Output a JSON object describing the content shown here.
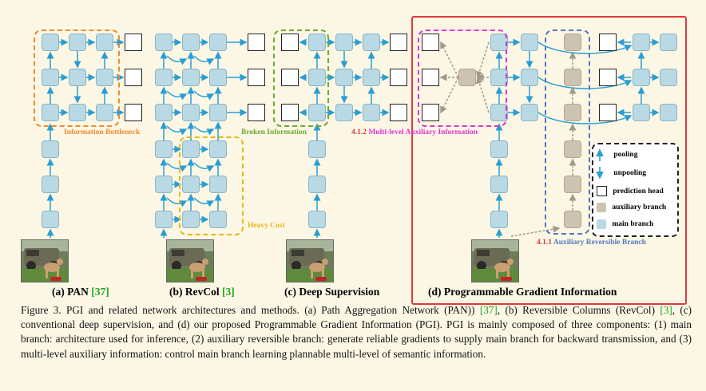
{
  "panels": [
    {
      "id": "a",
      "label": "(a) PAN",
      "ref": "[37]"
    },
    {
      "id": "b",
      "label": "(b) RevCol",
      "ref": "[3]"
    },
    {
      "id": "c",
      "label": "(c) Deep Supervision",
      "ref": ""
    },
    {
      "id": "d",
      "label": "(d) Programmable Gradient Information",
      "ref": ""
    }
  ],
  "annotations": {
    "info_bottleneck": "Information Bottleneck",
    "broken_info": "Broken Information",
    "heavy_cost": "Heavy Cost",
    "multi_level_num": "4.1.2",
    "multi_level_text": "Multi-level Auxiliary Information",
    "aux_rev_num": "4.1.1",
    "aux_rev_text": "Auxiliary Reversible Branch"
  },
  "legend": [
    {
      "text": "pooling",
      "icon": "arrow-up-icon"
    },
    {
      "text": "unpooling",
      "icon": "arrow-down-icon"
    },
    {
      "text": "prediction head",
      "icon": "head-box-icon"
    },
    {
      "text": "auxiliary branch",
      "icon": "aux-box-icon"
    },
    {
      "text": "main branch",
      "icon": "main-box-icon"
    }
  ],
  "caption": {
    "fig_label": "Figure 3.",
    "p1": "PGI and related network architectures and methods. (a) Path Aggregation Network (PAN))",
    "r1": "[37]",
    "p2": ", (b) Reversible Columns (RevCol)",
    "r2": "[3]",
    "p3": ", (c) conventional deep supervision, and (d) our proposed Programmable Gradient Information (PGI). PGI is mainly composed of three components: (",
    "n1": "1",
    "p4": ") main branch: architecture used for inference, (",
    "n2": "2",
    "p5": ") auxiliary reversible branch: generate reliable gradients to supply main branch for backward transmission, and (",
    "n3": "3",
    "p6": ") multi-level auxiliary information: control main branch learning plannable multi-level of semantic information."
  },
  "colors": {
    "main": "#b9d9e4",
    "aux": "#cdc3b0",
    "arrow": "#2a9ed3",
    "orange": "#ef8b2c",
    "yellow": "#e8b614",
    "green": "#6ea832",
    "magenta": "#e033d2",
    "blue_dash": "#5377bf",
    "red_box": "#e0393a"
  }
}
